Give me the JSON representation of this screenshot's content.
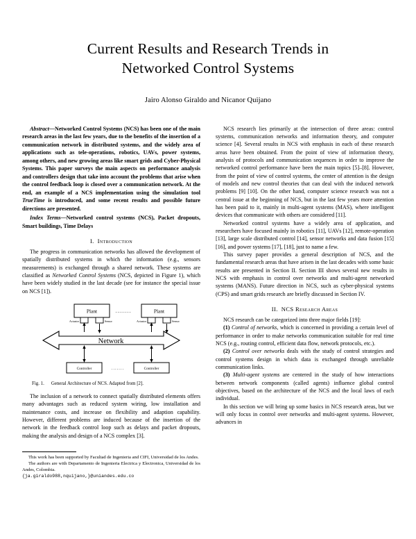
{
  "paper": {
    "title": "Current Results and Research Trends in Networked Control Systems",
    "title_line1": "Current Results and Research Trends in",
    "title_line2": "Networked Control Systems",
    "authors": "Jairo Alonso Giraldo and Nicanor Quijano"
  },
  "left_column": {
    "abstract_label": "Abstract—",
    "abstract_body": "Networked Control Systems (NCS) has been one of the main research areas in the last few years, due to the benefits of the insertion of a communication network in distributed systems, and the widely area of applications such as tele-operations, robotics, UAVs, power systems, among others, and new growing areas like smart grids and Cyber-Physical Systems. This paper surveys the main aspects on performance analysis and controllers design that take into account the problems that arise when the control feedback loop is closed over a communication network. At the end, an example of a NCS implementation using the simulation tool ",
    "abstract_tool": "TrueTime",
    "abstract_tail": " is introduced, and some recent results and possible future directions are presented.",
    "index_label": "Index Terms—",
    "index_body": "Networked control systems (NCS), Packet dropouts, Smart buildings, Time Delays",
    "section1_numeral": "I.",
    "section1_title": "Introduction",
    "intro_p1_a": "The progress in communication networks has allowed the development of spatially distributed systems in which the information (e.g., sensors measurements) is exchanged through a shared network. These systems are classified as ",
    "intro_p1_ital": "Networked Control Systems",
    "intro_p1_b": " (NCS, depicted in Figure 1), which have been widely studied in the last decade (see for instance the special issue on NCS [1]).",
    "figure": {
      "plant_left": "Plant",
      "plant_right": "Plant",
      "actuator_left": "Actuator",
      "sensor_left": "Sensor",
      "actuator_right": "Actuator",
      "sensor_right": "Sensor",
      "network": "Network",
      "controller_left": "Controller",
      "controller_right": "Controller",
      "caption_label": "Fig. 1.",
      "caption_text": "General Architecture of NCS. Adapted from [2]."
    },
    "intro_p2": "The inclusion of a network to connect spatially distributed elements offers many advantages such as reduced system wiring, low installation and maintenance costs, and increase on flexibility and adaption capability. However, different problems are induced because of the insertion of the network in the feedback control loop such as delays and packet dropouts, making the analysis and design of a NCS complex [3].",
    "footnote1": "This work has been supported by Facultad de Ingenieria and CIFI, Universidad de los Andes.",
    "footnote2": "The authors are with Departamento de Ingenieria Electrica y Electronica, Universidad de los Andes, Colombia.",
    "footnote3": "{ja.giraldo988,nquijano,}@uniandes.edu.co"
  },
  "right_column": {
    "p1": "NCS research lies primarily at the intersection of three areas: control systems, communication networks and information theory, and computer science [4]. Several results in NCS with emphasis in each of these research areas have been obtained. From the point of view of information theory, analysis of protocols and communication sequences in order to improve the networked control performance have been the main topics [5]–[8]. However, from the point of view of control systems, the center of attention is the design of models and new control theories that can deal with the induced network problems [9] [10]. On the other hand, computer science research was not a central issue at the beginning of NCS, but in the last few years more attention has been paid to it, mainly in multi-agent systems (MAS), where intelligent devices that communicate with others are considered [11].",
    "p2": "Networked control systems have a widely area of application, and researchers have focused mainly in robotics [11], UAVs [12], remote-operation [13], large scale distributed control [14], sensor networks and data fusion [15] [16], and power systems [17], [18], just to name a few.",
    "p3": "This survey paper provides a general description of NCS, and the fundamental research areas that have arisen in the last decades with some basic results are presented in Section II. Section III shows several new results in NCS with emphasis in control over networks and multi-agent networked systems (MANS). Future direction in NCS, such as cyber-physical systems (CPS) and smart grids research are briefly discussed in Section IV.",
    "section2_numeral": "II.",
    "section2_title": "NCS Research Areas",
    "p4": "NCS research can be categorized into three major fields [19]:",
    "item1_num": "(1)",
    "item1_ital": "Control of networks",
    "item1_text": ", which is concerned in providing a certain level of performance in order to make networks communication suitable for real time NCS (e.g., routing control, efficient data flow, network protocols, etc.).",
    "item2_num": "(2)",
    "item2_ital": "Control over networks",
    "item2_text": " deals with the study of control strategies and control systems design in which data is exchanged through unreliable communication links.",
    "item3_num": "(3)",
    "item3_ital": "Multi-agent systems",
    "item3_text": " are centered in the study of how interactions between network components (called agents) influence global control objectives, based on the architecture of the NCS and the local laws of each individual.",
    "p5": "In this section we will bring up some basics in NCS research areas, but we will only focus in control over networks and multi-agent systems. However, advances in"
  }
}
